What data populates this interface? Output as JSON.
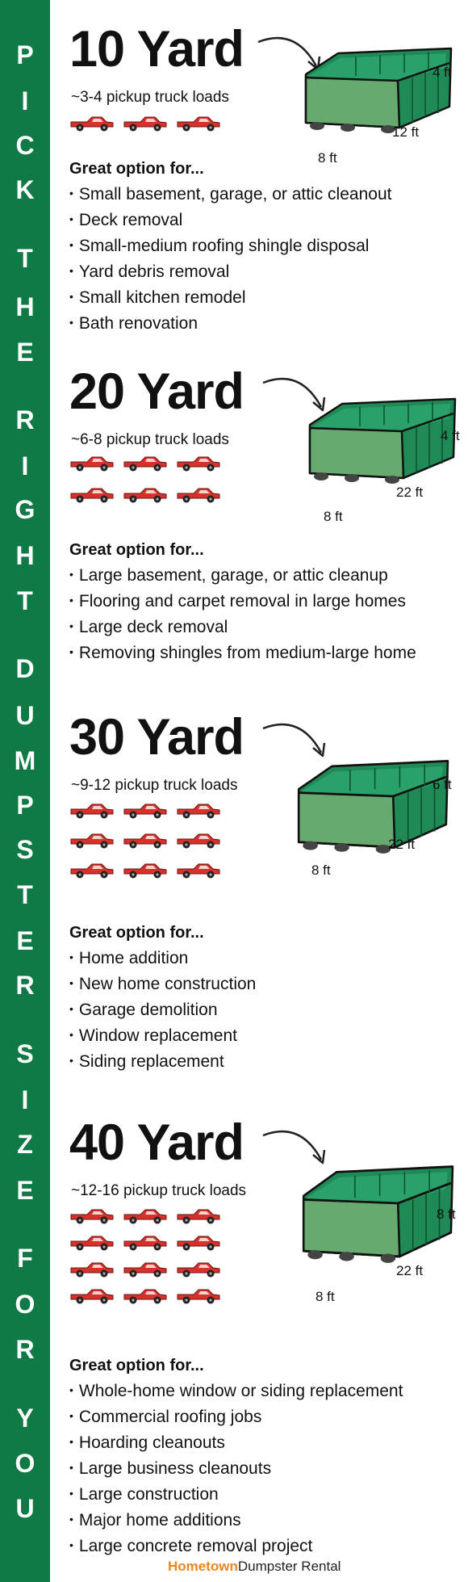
{
  "sidebar_title_letters": [
    "P",
    "I",
    "C",
    "K",
    "T",
    "H",
    "E",
    "R",
    "I",
    "G",
    "H",
    "T",
    "D",
    "U",
    "M",
    "P",
    "S",
    "T",
    "E",
    "R",
    "S",
    "I",
    "Z",
    "E",
    "F",
    "O",
    "R",
    "Y",
    "O",
    "U"
  ],
  "colors": {
    "brand_green": "#0f7a45",
    "dumpster_green": "#66aa70",
    "dumpster_dark": "#1f8a55",
    "truck_red": "#d8302a",
    "brand_orange": "#e9861f"
  },
  "sections": [
    {
      "title": "10 Yard",
      "loads": "~3-4 pickup truck loads",
      "truck_count": 3,
      "dims": {
        "height": "4 ft",
        "length": "12 ft",
        "width": "8 ft"
      },
      "great_label": "Great option for...",
      "uses": [
        "Small basement, garage, or attic cleanout",
        "Deck removal",
        "Small-medium roofing shingle disposal",
        "Yard debris removal",
        "Small kitchen remodel",
        "Bath renovation"
      ]
    },
    {
      "title": "20 Yard",
      "loads": "~6-8 pickup truck loads",
      "truck_count": 6,
      "dims": {
        "height": "4 ft",
        "length": "22 ft",
        "width": "8 ft"
      },
      "great_label": "Great option for...",
      "uses": [
        "Large basement, garage, or attic cleanup",
        "Flooring and carpet removal in large homes",
        "Large deck removal",
        "Removing shingles from medium-large home"
      ]
    },
    {
      "title": "30 Yard",
      "loads": "~9-12 pickup truck loads",
      "truck_count": 9,
      "dims": {
        "height": "6 ft",
        "length": "22 ft",
        "width": "8 ft"
      },
      "great_label": "Great option for...",
      "uses": [
        "Home addition",
        "New home construction",
        "Garage demolition",
        "Window replacement",
        "Siding replacement"
      ]
    },
    {
      "title": "40 Yard",
      "loads": "~12-16 pickup truck loads",
      "truck_count": 12,
      "dims": {
        "height": "8 ft",
        "length": "22 ft",
        "width": "8 ft"
      },
      "great_label": "Great option for...",
      "uses": [
        "Whole-home window or siding replacement",
        "Commercial roofing jobs",
        "Hoarding cleanouts",
        "Large business cleanouts",
        "Large construction",
        "Major home additions",
        "Large concrete removal project"
      ]
    }
  ],
  "footer": {
    "brand_part1": "Hometown",
    "brand_part2": "Dumpster Rental"
  }
}
